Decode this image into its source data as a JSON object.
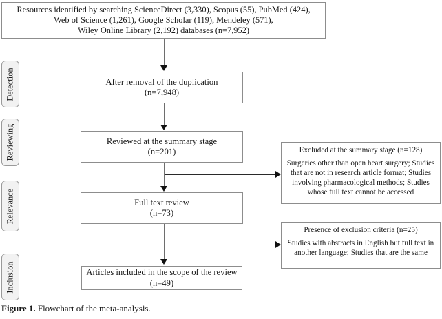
{
  "figure": {
    "caption_label": "Figure 1.",
    "caption_text": " Flowchart of the meta-analysis."
  },
  "stages": [
    {
      "id": "detection",
      "label": "Detection"
    },
    {
      "id": "reviewing",
      "label": "Reviewing"
    },
    {
      "id": "relevance",
      "label": "Relevance"
    },
    {
      "id": "inclusion",
      "label": "Inclusion"
    }
  ],
  "flow": {
    "sources": {
      "line1": "Resources identified by searching ScienceDirect (3,330), Scopus (55), PubMed (424),",
      "line2": "Web of Science (1,261), Google Scholar (119), Mendeley (571),",
      "line3": "Wiley Online Library (2,192) databases (n=7,952)"
    },
    "dedup": {
      "line1": "After removal of the duplication",
      "line2": "(n=7,948)"
    },
    "summary": {
      "line1": "Reviewed at the summary stage",
      "line2": "(n=201)"
    },
    "fulltext": {
      "line1": "Full text review",
      "line2": "(n=73)"
    },
    "included": {
      "line1": "Articles included in the scope of the review",
      "line2": "(n=49)"
    }
  },
  "exclusions": {
    "summary_stage": {
      "heading": "Excluded at the summary stage (n=128)",
      "details": "Surgeries other than open heart surgery; Studies that are not in research article format; Studies involving pharmacological methods; Studies whose full text cannot be accessed"
    },
    "criteria": {
      "heading": "Presence of exclusion criteria (n=25)",
      "details": "Studies with abstracts in English but full text in another language; Studies that are the same"
    }
  },
  "chart_data": {
    "type": "diagram",
    "title": "Flowchart of the meta-analysis",
    "nodes": [
      {
        "id": "sources",
        "stage": null,
        "label": "Resources identified by searching databases",
        "n": 7952,
        "sources": [
          {
            "name": "ScienceDirect",
            "count": 3330
          },
          {
            "name": "Scopus",
            "count": 55
          },
          {
            "name": "PubMed",
            "count": 424
          },
          {
            "name": "Web of Science",
            "count": 1261
          },
          {
            "name": "Google Scholar",
            "count": 119
          },
          {
            "name": "Mendeley",
            "count": 571
          },
          {
            "name": "Wiley Online Library",
            "count": 2192
          }
        ]
      },
      {
        "id": "dedup",
        "stage": "Detection",
        "label": "After removal of the duplication",
        "n": 7948
      },
      {
        "id": "summary",
        "stage": "Reviewing",
        "label": "Reviewed at the summary stage",
        "n": 201
      },
      {
        "id": "fulltext",
        "stage": "Relevance",
        "label": "Full text review",
        "n": 73
      },
      {
        "id": "included",
        "stage": "Inclusion",
        "label": "Articles included in the scope of the review",
        "n": 49
      },
      {
        "id": "excluded_summary",
        "stage": null,
        "label": "Excluded at the summary stage",
        "n": 128
      },
      {
        "id": "excluded_criteria",
        "stage": null,
        "label": "Presence of exclusion criteria",
        "n": 25
      }
    ],
    "edges": [
      {
        "from": "sources",
        "to": "dedup"
      },
      {
        "from": "dedup",
        "to": "summary"
      },
      {
        "from": "summary",
        "to": "fulltext"
      },
      {
        "from": "summary",
        "to": "excluded_summary"
      },
      {
        "from": "fulltext",
        "to": "included"
      },
      {
        "from": "fulltext",
        "to": "excluded_criteria"
      }
    ]
  },
  "colors": {
    "box_border": "#8d8d8d",
    "stage_fill": "#f2f2f2",
    "stage_border": "#9a9a9a",
    "connector": "#6e6e6e",
    "arrow": "#111111",
    "text": "#1a1a1a",
    "background": "#ffffff"
  }
}
